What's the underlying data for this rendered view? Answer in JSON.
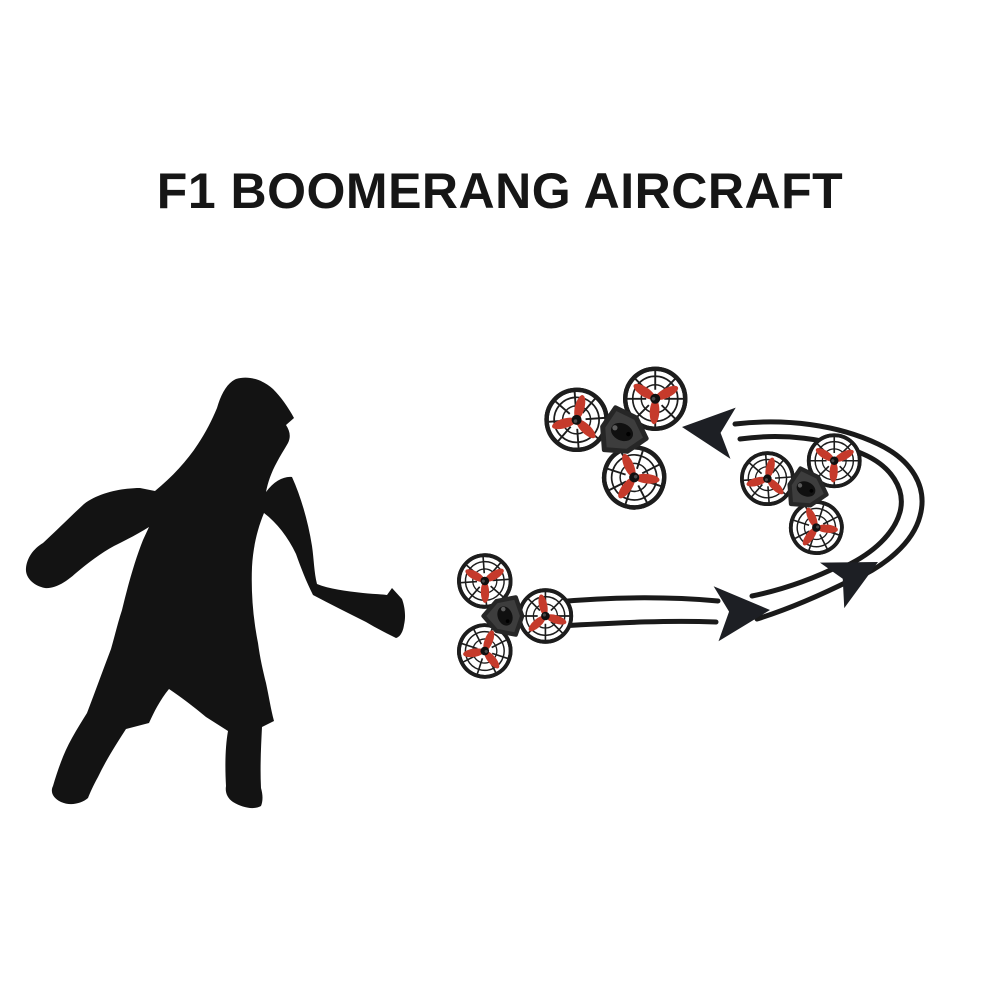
{
  "title": "F1 BOOMERANG AIRCRAFT",
  "colors": {
    "background": "#ffffff",
    "title": "#161616",
    "silhouette": "#131313",
    "flight_path": "#1a1a1a",
    "arrowhead": "#1d1f24",
    "drone_cage": "#1d1d1d",
    "drone_body": "#3d3d3d",
    "drone_body_edge": "#262626",
    "drone_arm": "#2e2e2e",
    "drone_hub": "#101010",
    "propeller": "#c53a2b"
  },
  "illustration": {
    "person": "man-throwing-silhouette",
    "drone": "tri-rotor-caged-drone",
    "path": "boomerang-loop-flight-path",
    "drone_count": 3,
    "arrowhead_count": 3
  }
}
